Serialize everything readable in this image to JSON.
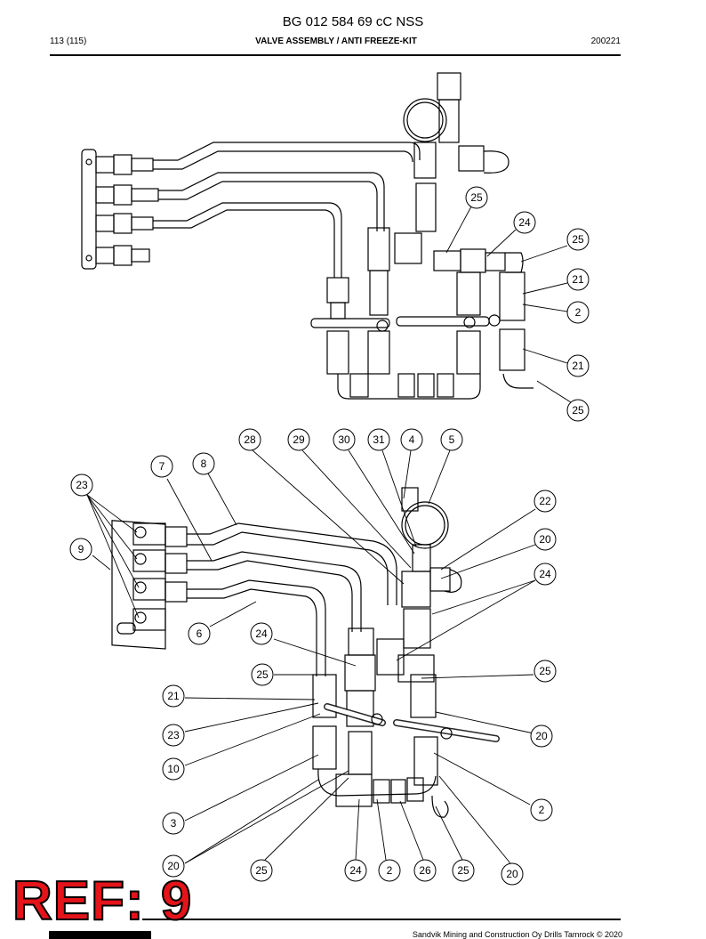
{
  "header": {
    "doc_title": "BG 012 584 69 cC NSS",
    "page_number": "113 (115)",
    "section_title": "VALVE ASSEMBLY / ANTI FREEZE-KIT",
    "date_code": "200221"
  },
  "footer": {
    "copyright": "Sandvik Mining and Construction Oy Drills Tamrock © 2020"
  },
  "stamp": {
    "ref_label": "REF: 9"
  },
  "callouts": {
    "upper": [
      "25",
      "24",
      "25",
      "21",
      "2",
      "21",
      "25"
    ],
    "lower": [
      "28",
      "29",
      "30",
      "31",
      "4",
      "5",
      "7",
      "8",
      "23",
      "22",
      "20",
      "24",
      "9",
      "6",
      "24",
      "25",
      "25",
      "21",
      "20",
      "23",
      "10",
      "2",
      "3",
      "20",
      "25",
      "24",
      "2",
      "26",
      "25",
      "20"
    ]
  }
}
